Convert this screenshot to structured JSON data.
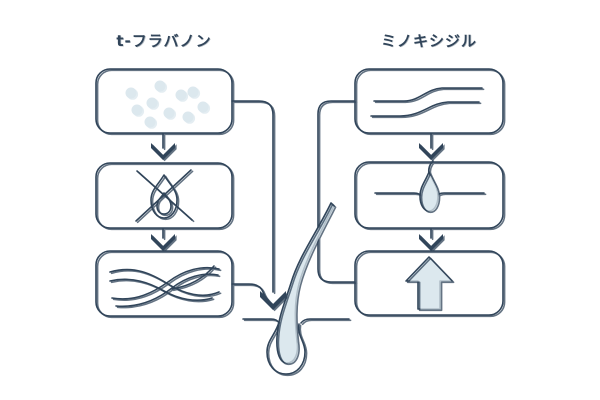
{
  "diagram": {
    "colors": {
      "stroke": "#31455a",
      "light_fill": "#dce8ee",
      "background": "#ffffff"
    },
    "left_column": {
      "title": "t-フラバノン",
      "steps": [
        {
          "icon": "particles-icon"
        },
        {
          "icon": "crossed-out-flame-icon"
        },
        {
          "icon": "intertwined-hair-strands-icon"
        }
      ]
    },
    "right_column": {
      "title": "ミノキシジル",
      "steps": [
        {
          "icon": "blood-vessel-icon"
        },
        {
          "icon": "hair-follicle-icon"
        },
        {
          "icon": "growth-up-arrow-icon"
        }
      ]
    },
    "center": {
      "icon": "hair-with-follicle-bulb-illustration"
    }
  }
}
